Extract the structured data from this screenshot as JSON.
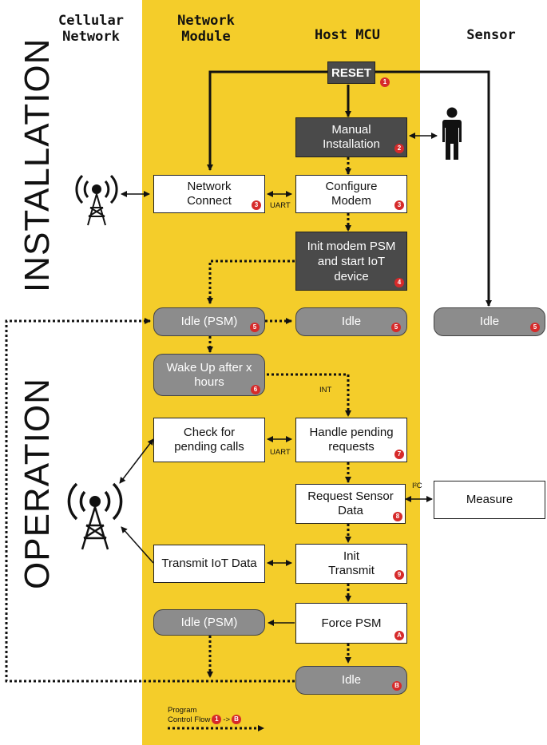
{
  "lanes": {
    "cellular": "Cellular\nNetwork",
    "network_module": "Network\nModule",
    "host_mcu": "Host MCU",
    "sensor": "Sensor"
  },
  "phases": {
    "installation": "INSTALLATION",
    "operation": "OPERATION"
  },
  "reset": {
    "label": "RESET",
    "badge": "1"
  },
  "boxes": {
    "manual_installation": {
      "label": "Manual\nInstallation",
      "badge": "2"
    },
    "network_connect": {
      "label": "Network\nConnect",
      "badge": "3"
    },
    "configure_modem": {
      "label": "Configure\nModem",
      "badge": "3"
    },
    "init_modem_psm": {
      "label": "Init modem PSM\nand start IoT\ndevice",
      "badge": "4"
    },
    "idle_psm_nm": {
      "label": "Idle (PSM)",
      "badge": "5"
    },
    "idle_mcu": {
      "label": "Idle",
      "badge": "5"
    },
    "idle_sensor": {
      "label": "Idle",
      "badge": "5"
    },
    "wake_up": {
      "label": "Wake Up after x\nhours",
      "badge": "6"
    },
    "check_pending": {
      "label": "Check for\npending calls"
    },
    "handle_pending": {
      "label": "Handle pending\nrequests",
      "badge": "7"
    },
    "request_sensor": {
      "label": "Request Sensor\nData",
      "badge": "8"
    },
    "measure": {
      "label": "Measure"
    },
    "transmit": {
      "label": "Transmit IoT Data"
    },
    "init_transmit": {
      "label": "Init\nTransmit",
      "badge": "9"
    },
    "idle_psm_2": {
      "label": "Idle (PSM)"
    },
    "force_psm": {
      "label": "Force PSM",
      "badge": "A"
    },
    "idle_final": {
      "label": "Idle",
      "badge": "B"
    }
  },
  "edge_labels": {
    "uart_1": "UART",
    "uart_2": "UART",
    "int": "INT",
    "i2c": "I²C"
  },
  "legend": {
    "line1": "Program",
    "line2": "Control Flow",
    "from_badge": "1",
    "arrow": "->",
    "to_badge": "B"
  },
  "colors": {
    "lane": "#f4cd2a",
    "dark_box": "#4a4a4a",
    "grey_box": "#8c8c8c",
    "badge": "#d62a2a"
  }
}
